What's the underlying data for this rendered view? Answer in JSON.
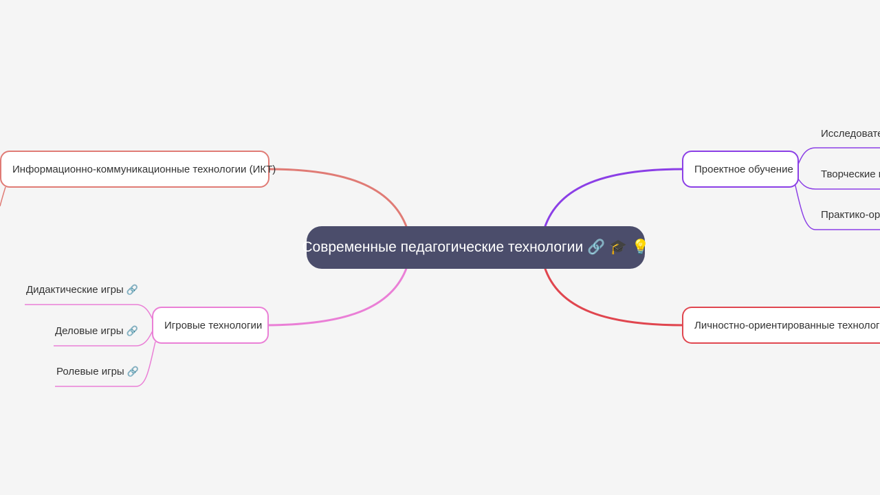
{
  "root": {
    "label": "Современные педагогические технологии",
    "icons": [
      "link-icon",
      "graduation-cap-icon",
      "lightbulb-icon"
    ],
    "link_glyph": "🔗",
    "cap_glyph": "🎓",
    "bulb_glyph": "💡"
  },
  "branches": {
    "ikt": {
      "label": "Информационно-коммуникационные технологии (ИКТ)",
      "color": "#e07b75"
    },
    "games": {
      "label": "Игровые технологии",
      "color": "#ea7fd6",
      "children": [
        {
          "label": "Дидактические игры",
          "link": "🔗"
        },
        {
          "label": "Деловые игры",
          "link": "🔗"
        },
        {
          "label": "Ролевые игры",
          "link": "🔗"
        }
      ]
    },
    "projects": {
      "label": "Проектное обучение",
      "color": "#8b3fe6",
      "children": [
        {
          "label": "Исследовател"
        },
        {
          "label": "Творческие пр"
        },
        {
          "label": "Практико-ори"
        }
      ]
    },
    "personal": {
      "label": "Личностно-ориентированные технологии",
      "color": "#e0464f"
    }
  }
}
